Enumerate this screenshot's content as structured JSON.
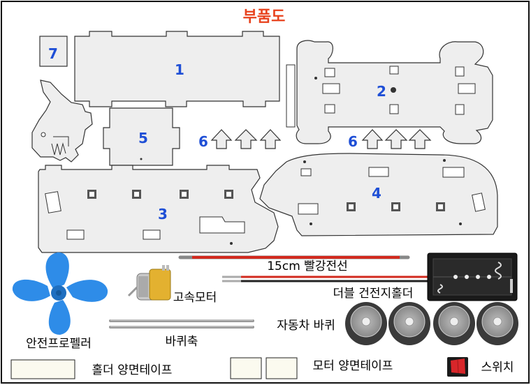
{
  "title": "부품도",
  "colors": {
    "title": "#e8421d",
    "part_number": "#1f4fd6",
    "propeller": "#2e8ce8",
    "red_wire": "#d22a1e",
    "switch_red": "#d8262a"
  },
  "part_numbers": {
    "p1": "1",
    "p2": "2",
    "p3": "3",
    "p4": "4",
    "p5": "5",
    "p6a": "6",
    "p6b": "6",
    "p7": "7"
  },
  "labels": {
    "wire": "15cm 빨강전선",
    "holder": "더블 건전지홀더",
    "motor": "고속모터",
    "wheels": "자동차 바퀴",
    "propeller": "안전프로펠러",
    "axle": "바퀴축",
    "holder_tape": "홀더 양면테이프",
    "motor_tape": "모터 양면테이프",
    "switch": "스위치"
  },
  "icons": {
    "propeller": "propeller-icon",
    "motor": "motor-icon",
    "battery_holder": "battery-holder-icon",
    "wheel": "wheel-icon",
    "switch": "switch-icon",
    "axle": "axle-icon"
  }
}
